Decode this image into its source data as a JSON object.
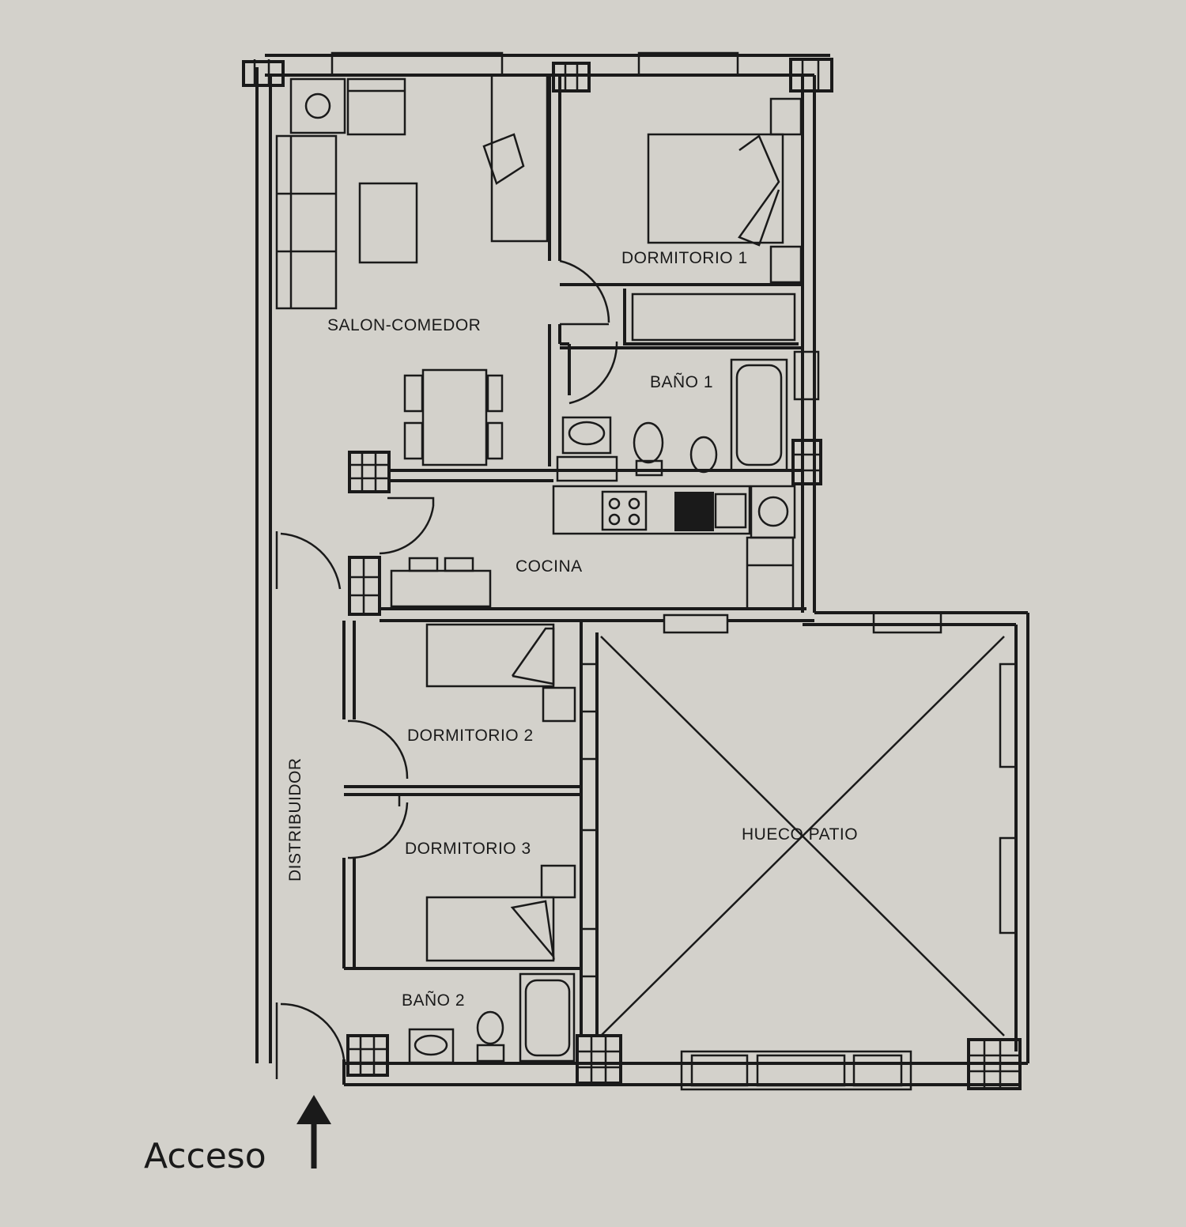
{
  "rooms": {
    "dormitorio1": "DORMITORIO  1",
    "salon": "SALON-COMEDOR",
    "bano1": "BAÑO  1",
    "cocina": "COCINA",
    "dormitorio2": "DORMITORIO  2",
    "dormitorio3": "DORMITORIO  3",
    "bano2": "BAÑO  2",
    "patio": "HUECO  PATIO",
    "distribuidor": "DISTRIBUIDOR"
  },
  "access": {
    "label": "Acceso",
    "icon": "arrow-up-icon"
  },
  "colors": {
    "background": "#d3d1cb",
    "lines": "#1a1a1a"
  }
}
